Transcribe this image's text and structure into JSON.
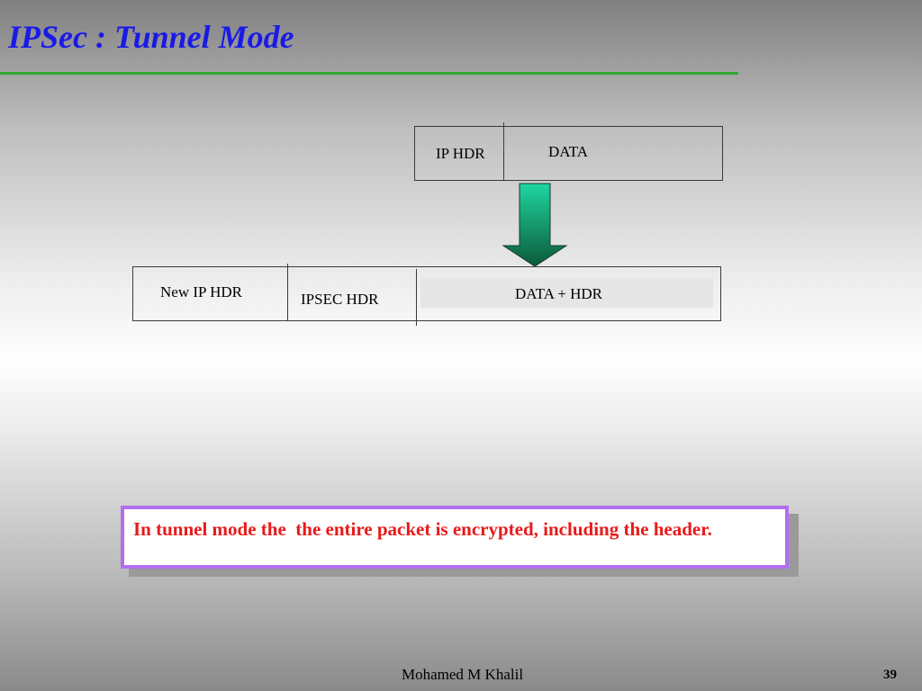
{
  "slide": {
    "title": "IPSec : Tunnel Mode",
    "footer": "Mohamed M Khalil",
    "page_number": "39"
  },
  "diagram": {
    "original_packet": {
      "ip_hdr": "IP HDR",
      "data": "DATA"
    },
    "tunnel_packet": {
      "new_ip_hdr": "New IP HDR",
      "ipsec_hdr": "IPSEC HDR",
      "data_hdr": "DATA + HDR"
    }
  },
  "note": {
    "text": "In tunnel mode the  the entire packet is encrypted, including the header."
  },
  "colors": {
    "title": "#1a1ae6",
    "rule": "#2fa82f",
    "note_text": "#e81a1a",
    "note_border": "#b36ef0",
    "arrow_top": "#1fd6a0",
    "arrow_bottom": "#0c5a3a"
  }
}
